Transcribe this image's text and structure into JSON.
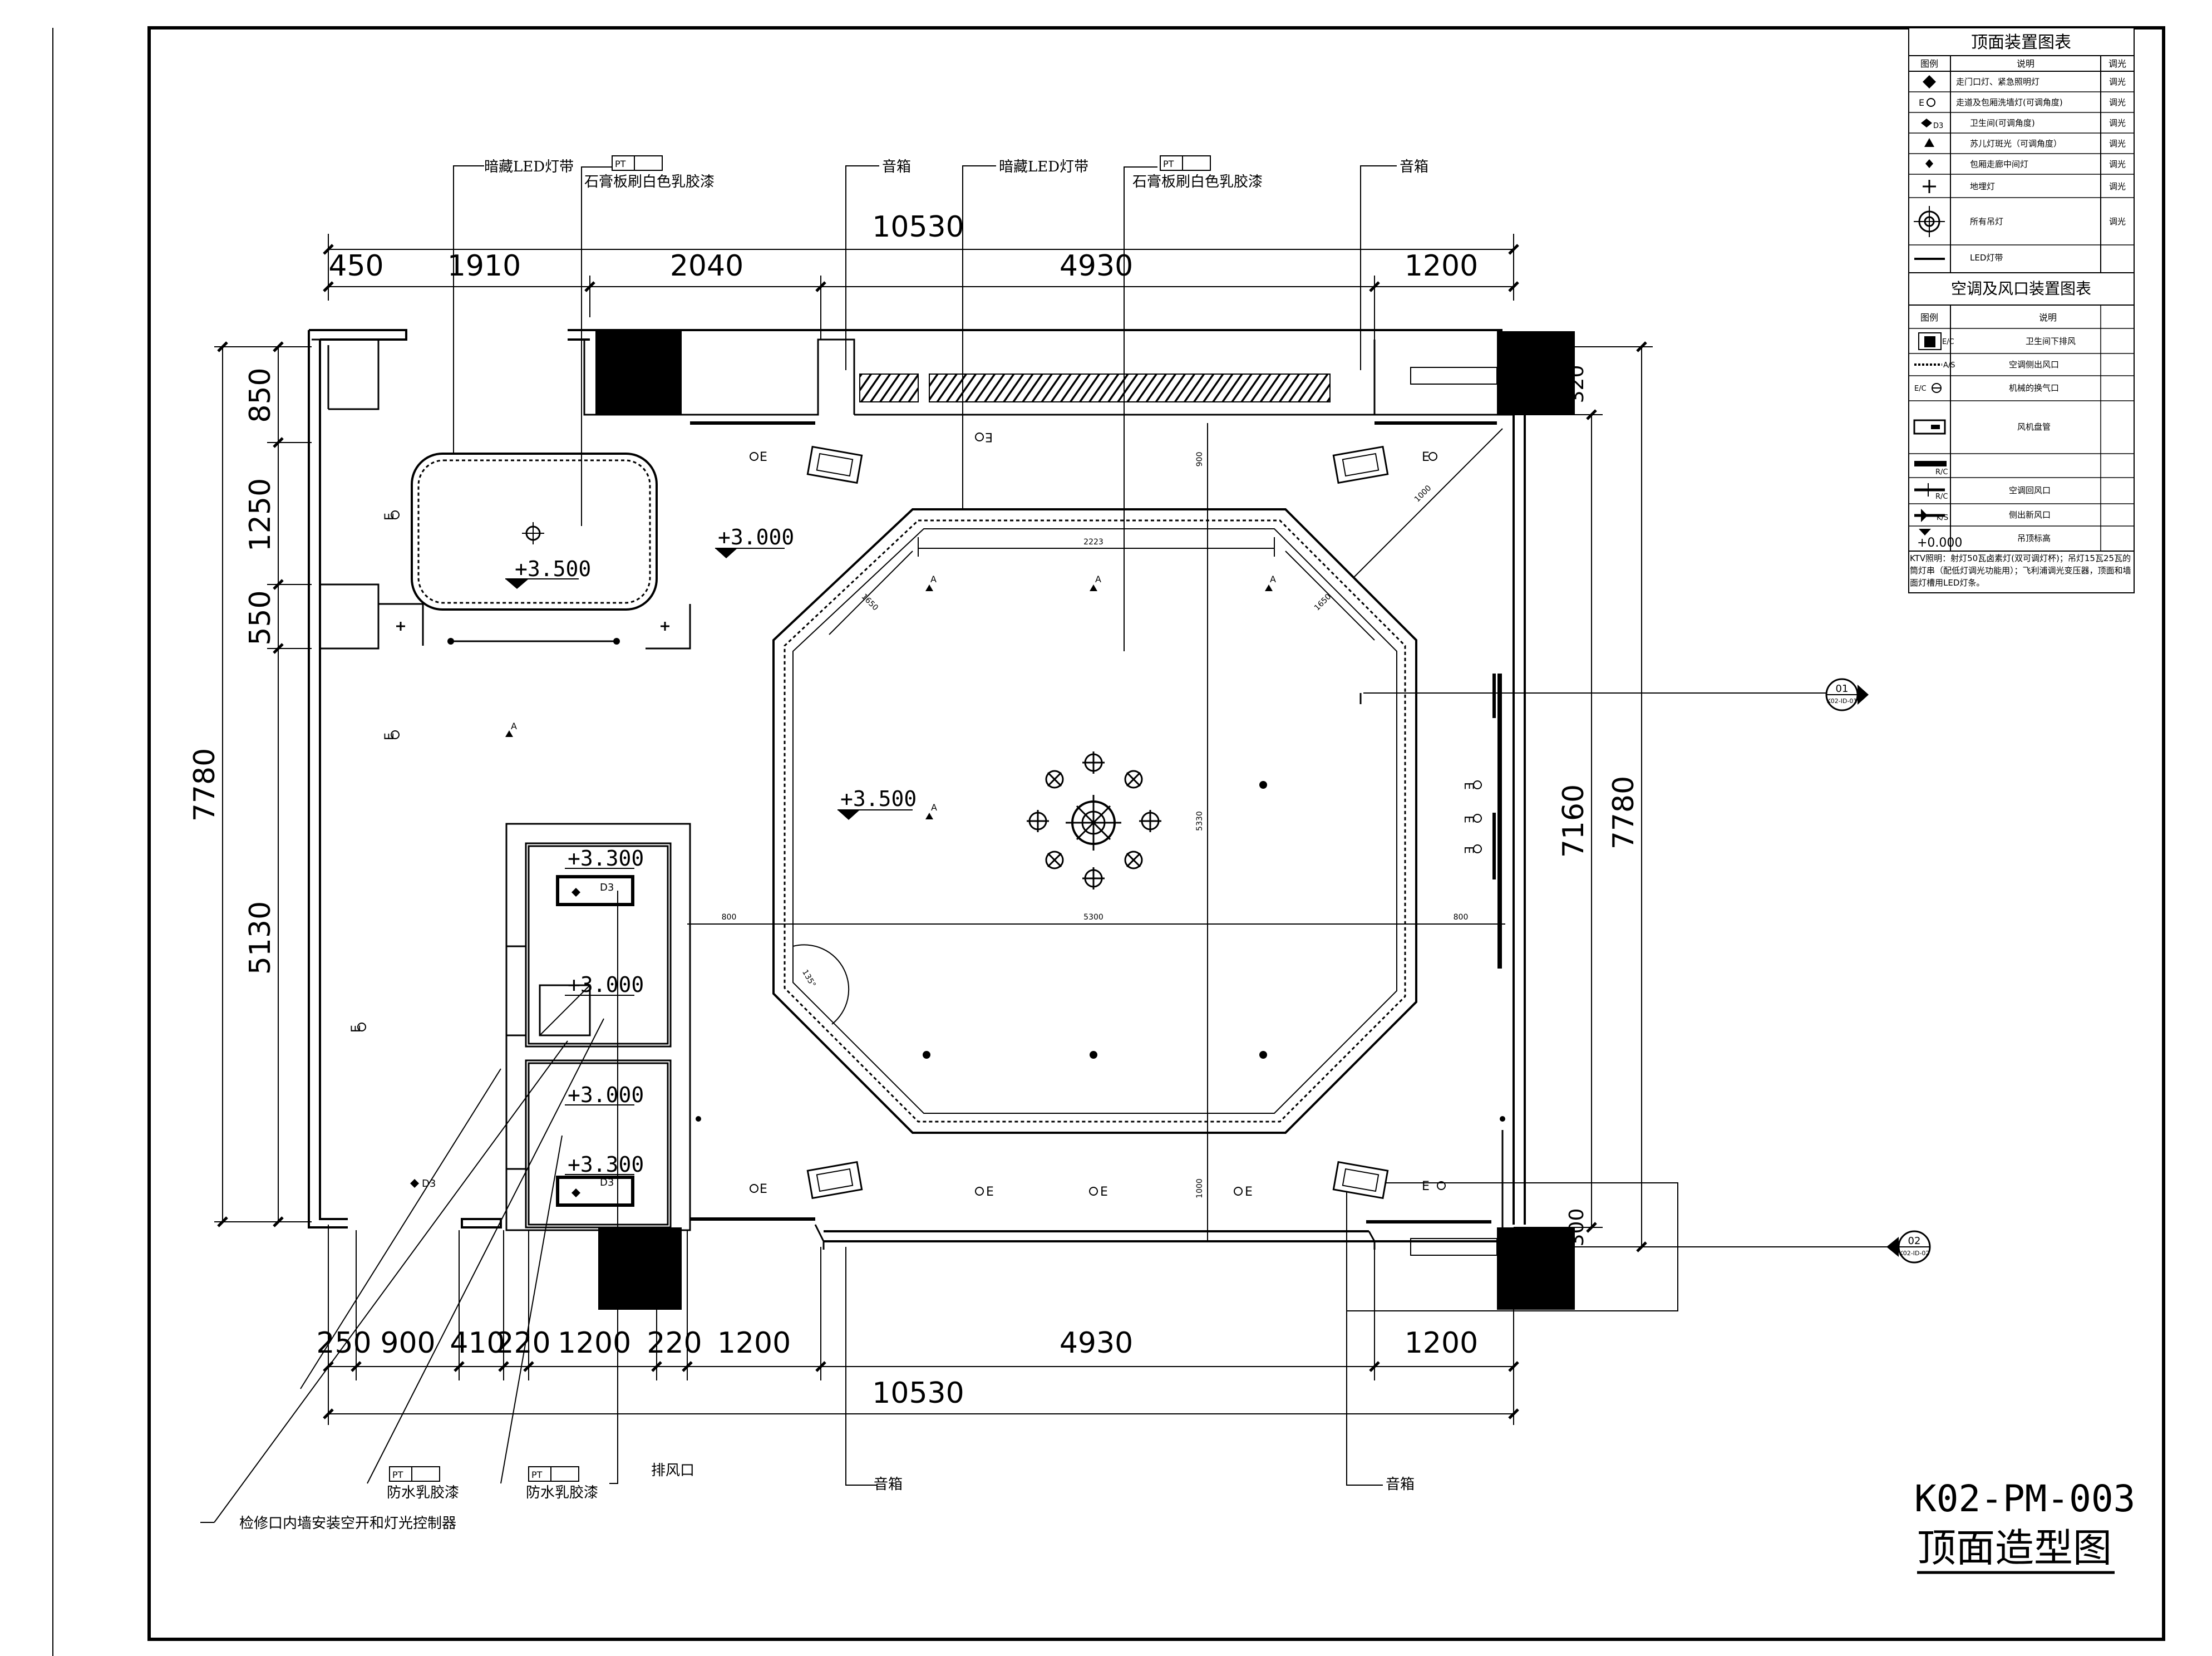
{
  "drawing": {
    "number": "K02-PM-003",
    "title": "顶面造型图"
  },
  "legend_ceiling": {
    "title": "顶面装置图表",
    "headers": [
      "图例",
      "说明",
      "调光"
    ],
    "rows": [
      {
        "icon": "diamond-light-icon",
        "desc": "走门口灯、紧急照明灯",
        "note": "调光"
      },
      {
        "icon": "spotlight-e-icon",
        "desc": "走道及包厢洗墙灯(可调角度)",
        "note": "调光"
      },
      {
        "icon": "downlight-d3-icon",
        "desc": "卫生间(可调角度)",
        "note": "调光"
      },
      {
        "icon": "spotlight-icon",
        "desc": "苏儿灯斑光（可调角度）",
        "note": "调光"
      },
      {
        "icon": "small-light-icon",
        "desc": "包厢走廊中间灯",
        "note": "调光"
      },
      {
        "icon": "cross-light-icon",
        "desc": "地埋灯",
        "note": "调光"
      },
      {
        "icon": "chandelier-icon",
        "desc": "所有吊灯",
        "note": "调光"
      },
      {
        "icon": "led-strip-icon",
        "desc": "LED灯带",
        "note": ""
      }
    ]
  },
  "legend_hvac": {
    "title": "空调及风口装置图表",
    "headers": [
      "图例",
      "说明"
    ],
    "rows": [
      {
        "icon": "exhaust-fan-icon",
        "code": "E/C",
        "desc": "卫生间下排风"
      },
      {
        "icon": "supply-vent-icon",
        "code": "A/S",
        "desc": "空调侧出风口"
      },
      {
        "icon": "ventilation-icon",
        "code": "E/C",
        "desc": "机械的换气口"
      },
      {
        "icon": "fan-coil-icon",
        "code": "",
        "desc": "风机盘管"
      },
      {
        "icon": "return-vent-icon",
        "code": "R/C",
        "desc": ""
      },
      {
        "icon": "return-air-icon",
        "code": "R/C",
        "desc": "空调回风口"
      },
      {
        "icon": "fresh-air-icon",
        "code": "K/S",
        "desc": "侧出新风口"
      },
      {
        "icon": "level-mark-icon",
        "code": "+0.000",
        "desc": "吊顶标高"
      }
    ],
    "note": "KTV照明：射灯50瓦卤素灯(双可调灯杯)；吊灯15瓦25瓦的筒灯串（配低灯调光功能用）；飞利浦调光变压器，顶面和墙面灯槽用LED灯条。"
  },
  "dims_top": {
    "total": "10530",
    "segments": [
      "450",
      "1910",
      "2040",
      "4930",
      "1200"
    ]
  },
  "dims_bottom": {
    "total": "10530",
    "segments": [
      "250",
      "900",
      "410",
      "220",
      "1200",
      "220",
      "1200",
      "4930",
      "1200"
    ]
  },
  "dims_left": {
    "total": "7780",
    "segments": [
      "850",
      "1250",
      "550",
      "5130"
    ]
  },
  "dims_right": {
    "inner": "7160",
    "total": "7780",
    "small_top": "320",
    "small_bottom": "300"
  },
  "levels": {
    "oval_ceiling": "+3.500",
    "corridor": "+3.000",
    "octagon": "+3.500",
    "toilet_1": "+3.300",
    "toilet_2": "+3.000",
    "toilet_3": "+3.000",
    "toilet_4": "+3.300"
  },
  "callouts": {
    "hidden_led_1": "暗藏LED灯带",
    "gypsum_1": "石膏板刷白色乳胶漆",
    "speaker_top_1": "音箱",
    "hidden_led_2": "暗藏LED灯带",
    "gypsum_2": "石膏板刷白色乳胶漆",
    "speaker_top_2": "音箱",
    "pt_tag": "PT",
    "waterproof_1": "防水乳胶漆",
    "waterproof_2": "防水乳胶漆",
    "exhaust": "排风口",
    "speaker_bottom_1": "音箱",
    "speaker_bottom_2": "音箱",
    "access_panel": "检修口内墙安装空开和灯光控制器"
  },
  "section_marks": {
    "mark_1_num": "01",
    "mark_1_sheet": "K02-ID-01",
    "mark_2_num": "02",
    "mark_2_sheet": "K02-ID-02"
  },
  "small_dims": {
    "oct_top": "2223",
    "oct_side_left": "1650",
    "oct_side_right": "1650",
    "hall_width": "5300",
    "left_gap": "800",
    "right_gap": "800",
    "vert_center": "5330",
    "vert_top": "900",
    "vert_bottom": "1000",
    "diag": "1000",
    "arc": "135°"
  },
  "fixture_labels": {
    "e": "E",
    "d3": "D3",
    "a": "A"
  }
}
